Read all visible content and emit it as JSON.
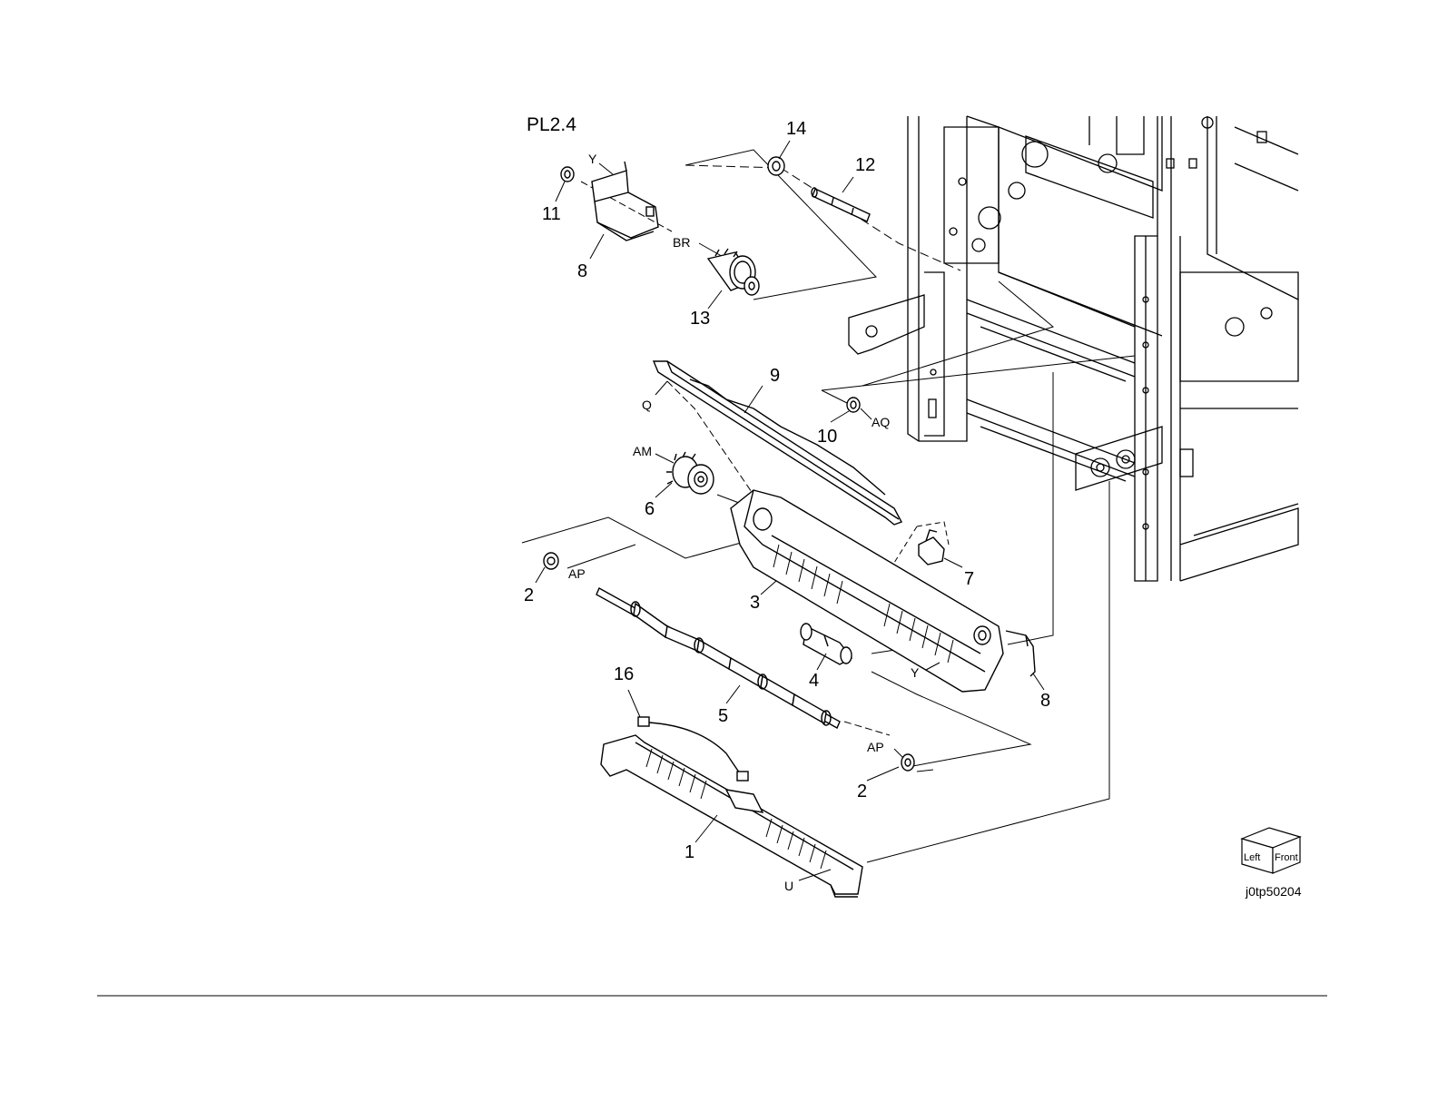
{
  "diagram": {
    "plate_id": "PL2.4",
    "drawing_code": "j0tp50204",
    "orientation_cube": {
      "left_face": "Left",
      "right_face": "Front"
    },
    "callouts": [
      {
        "id": "c1",
        "text": "1"
      },
      {
        "id": "c2a",
        "text": "2"
      },
      {
        "id": "c2b",
        "text": "2"
      },
      {
        "id": "c3",
        "text": "3"
      },
      {
        "id": "c4",
        "text": "4"
      },
      {
        "id": "c5",
        "text": "5"
      },
      {
        "id": "c6",
        "text": "6"
      },
      {
        "id": "c7",
        "text": "7"
      },
      {
        "id": "c8",
        "text": "8"
      },
      {
        "id": "c9",
        "text": "9"
      },
      {
        "id": "c10",
        "text": "10"
      },
      {
        "id": "c11",
        "text": "11"
      },
      {
        "id": "c12",
        "text": "12"
      },
      {
        "id": "c13",
        "text": "13"
      },
      {
        "id": "c14",
        "text": "14"
      },
      {
        "id": "c15",
        "text": "15"
      },
      {
        "id": "c16",
        "text": "16"
      }
    ],
    "letter_refs": [
      {
        "id": "yTop",
        "text": "Y"
      },
      {
        "id": "br",
        "text": "BR"
      },
      {
        "id": "q",
        "text": "Q"
      },
      {
        "id": "am",
        "text": "AM"
      },
      {
        "id": "aq",
        "text": "AQ"
      },
      {
        "id": "apA",
        "text": "AP"
      },
      {
        "id": "apB",
        "text": "AP"
      },
      {
        "id": "yLow",
        "text": "Y"
      },
      {
        "id": "u",
        "text": "U"
      }
    ]
  }
}
